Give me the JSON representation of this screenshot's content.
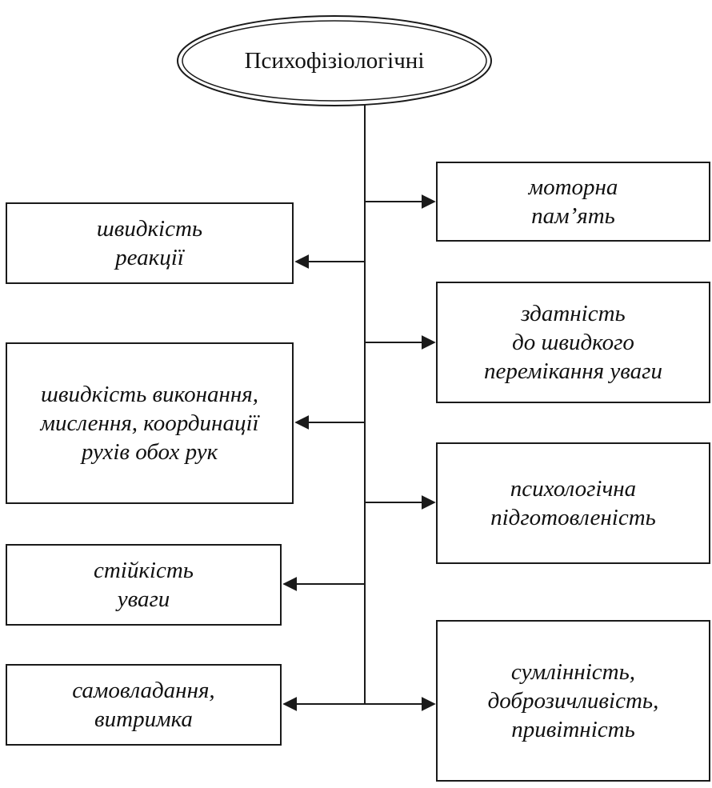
{
  "diagram": {
    "root": {
      "label": "Психофізіологічні"
    },
    "left_nodes": [
      {
        "id": "reaction-speed",
        "label": "швидкість\nреакції"
      },
      {
        "id": "execution-speed",
        "label": "швидкість виконання,\nмислення, координації\nрухів обох рук"
      },
      {
        "id": "attention-stability",
        "label": "стійкість\nуваги"
      },
      {
        "id": "self-control",
        "label": "самовладання,\nвитримка"
      }
    ],
    "right_nodes": [
      {
        "id": "motor-memory",
        "label": "моторна\nпам’ять"
      },
      {
        "id": "attention-switching",
        "label": "здатність\nдо швидкого\nперемікання уваги"
      },
      {
        "id": "psych-readiness",
        "label": "психологічна\nпідготовленість"
      },
      {
        "id": "conscientiousness",
        "label": "сумлінність,\nдоброзичливість,\nпривітність"
      }
    ],
    "colors": {
      "stroke": "#1a1a1a",
      "background": "#ffffff"
    }
  }
}
